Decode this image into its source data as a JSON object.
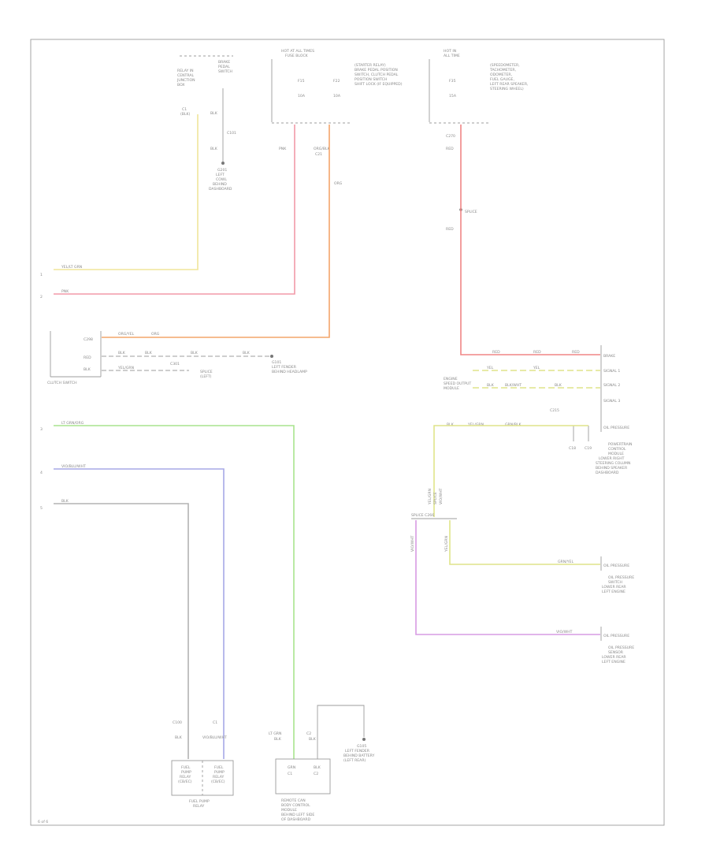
{
  "colors": {
    "frame": "#9c9c9c",
    "wire_yellow": "#f0e59a",
    "wire_pink": "#f29aa8",
    "wire_orange": "#f4a56a",
    "wire_red": "#f08585",
    "wire_green": "#a9e48e",
    "wire_blue": "#a7a9e6",
    "wire_gray": "#b3b3b3",
    "wire_violet": "#d79be3",
    "wire_yellowgreen": "#dfe48a"
  },
  "edge_labels": [
    "1",
    "2",
    "3",
    "4",
    "5"
  ],
  "wires": {
    "w1_code": "YEL/LT GRN",
    "w2_code": "PNK",
    "w3_code": "LT GRN/ORG",
    "w4_code": "VIO/BLU/WHT",
    "w5_code": "BLK"
  },
  "top_left": {
    "module_label": [
      "RELAY IN",
      "CENTRAL",
      "JUNCTION",
      "BOX"
    ],
    "pin_label": [
      "C1",
      "(BLK)"
    ],
    "sub_label": [
      "BRAKE",
      "PEDAL",
      "SWITCH"
    ],
    "ground_labels": [
      "G201",
      "LEFT",
      "COWL",
      "BEHIND",
      "DASHBOARD"
    ],
    "wire_tags": [
      "BLK",
      "BLK",
      "C101"
    ]
  },
  "top_middle": {
    "header": [
      "HOT AT ALL TIMES",
      "FUSE BLOCK"
    ],
    "fuse_labels": [
      "F15",
      "10A",
      "F22",
      "10A"
    ],
    "notes": [
      "(STARTER RELAY)",
      "BRAKE PEDAL POSITION",
      "SWITCH, CLUTCH PEDAL",
      "POSITION SWITCH",
      "SHIFT LOCK (IF EQUIPPED)"
    ],
    "wire_tags": [
      "PNK",
      "ORG/BLK",
      "C21",
      "ORG"
    ]
  },
  "top_right": {
    "header": [
      "HOT IN",
      "ALL TIME"
    ],
    "fuse_labels": [
      "F35",
      "15A"
    ],
    "notes": [
      "(SPEEDOMETER,",
      "TACHOMETER,",
      "ODOMETER,",
      "FUEL GAUGE,",
      "LEFT REAR SPEAKER,",
      "STEERING WHEEL)"
    ],
    "wire_tags": [
      "C270",
      "RED",
      "SPLICE",
      "RED"
    ]
  },
  "clutch_block": {
    "label": "CLUTCH SWITCH",
    "pin_labels": [
      "C298",
      "RED",
      "BLK"
    ],
    "wire_tags": [
      "ORG/YEL",
      "ORG",
      "BLK",
      "BLK",
      "BLK",
      "BLK",
      "YEL/GRN",
      "C301"
    ],
    "ground_labels": [
      "G101",
      "LEFT FENDER",
      "BEHIND HEADLAMP"
    ],
    "splice_label": [
      "SPLICE",
      "(LEFT)"
    ]
  },
  "right_connector": {
    "pin_labels": [
      "BRAKE",
      "SIGNAL 1",
      "SIGNAL 2",
      "SIGNAL 3",
      "OIL PRESSURE"
    ],
    "wire_tags": [
      "RED",
      "RED",
      "RED",
      "YEL",
      "YEL",
      "BLK",
      "BLK/WHT",
      "BLK",
      "YEL/GRN",
      "GRN/BLK",
      "C215",
      "BLK"
    ],
    "note": [
      "ENGINE",
      "SPEED OUTPUT",
      "MODULE"
    ],
    "bottom_tags": [
      "C18",
      "C19"
    ],
    "module_note": [
      "POWERTRAIN",
      "CONTROL",
      "MODULE",
      "LOWER RIGHT",
      "STEERING COLUMN",
      "BEHIND SPEAKER",
      "DASHBOARD"
    ]
  },
  "oil_sensors": {
    "vert_tag": [
      "YEL/GRN",
      "SPLICE",
      "VIO/WHT"
    ],
    "splice_tag": "SPLICE C266",
    "tags": [
      "YEL/GRN",
      "VIO/WHT"
    ],
    "sensor1": {
      "wire_tag": "GRN/YEL",
      "label": "OIL PRESSURE",
      "notes": [
        "OIL PRESSURE",
        "SWITCH",
        "LOWER REAR",
        "LEFT ENGINE"
      ]
    },
    "sensor2": {
      "wire_tag": "VIO/WHT",
      "label": "OIL PRESSURE",
      "notes": [
        "OIL PRESSURE",
        "SENSOR",
        "LOWER REAR",
        "LEFT ENGINE"
      ]
    }
  },
  "bottom_left": {
    "tags": [
      "C100",
      "BLK",
      "VIO/BLU/WHT",
      "C1"
    ],
    "boxes": [
      [
        "FUEL",
        "PUMP",
        "RELAY",
        "(CB/EC)"
      ],
      [
        "FUEL",
        "PUMP",
        "RELAY",
        "(CB/EC)"
      ]
    ],
    "label": [
      "FUEL PUMP",
      "RELAY"
    ]
  },
  "bottom_right": {
    "tags": [
      "LT GRN",
      "BLK",
      "C2",
      "BLK",
      "GRN"
    ],
    "box_labels": [
      "GRN",
      "BLK",
      "C1",
      "C2"
    ],
    "ground_labels": [
      "G105",
      "LEFT FENDER",
      "BEHIND BATTERY",
      "(LEFT REAR)"
    ],
    "label": [
      "REMOTE CAN",
      "BODY CONTROL",
      "MODULE",
      "BEHIND LEFT SIDE",
      "OF DASHBOARD"
    ]
  },
  "page_tag": "6 of 6"
}
